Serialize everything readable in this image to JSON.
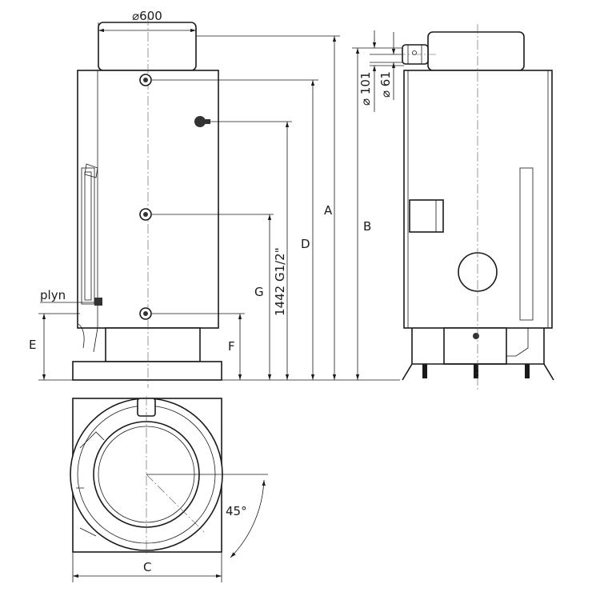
{
  "drawing": {
    "labels": {
      "diameter_top": "⌀600",
      "dim_a": "A",
      "dim_b": "B",
      "dim_c": "C",
      "dim_d": "D",
      "dim_e": "E",
      "dim_f": "F",
      "dim_g": "G",
      "dim_1442": "1442  G1/2\"",
      "gas": "plyn",
      "diameter_outer": "⌀ 101",
      "diameter_inner": "⌀ 61",
      "angle": "45°"
    }
  }
}
